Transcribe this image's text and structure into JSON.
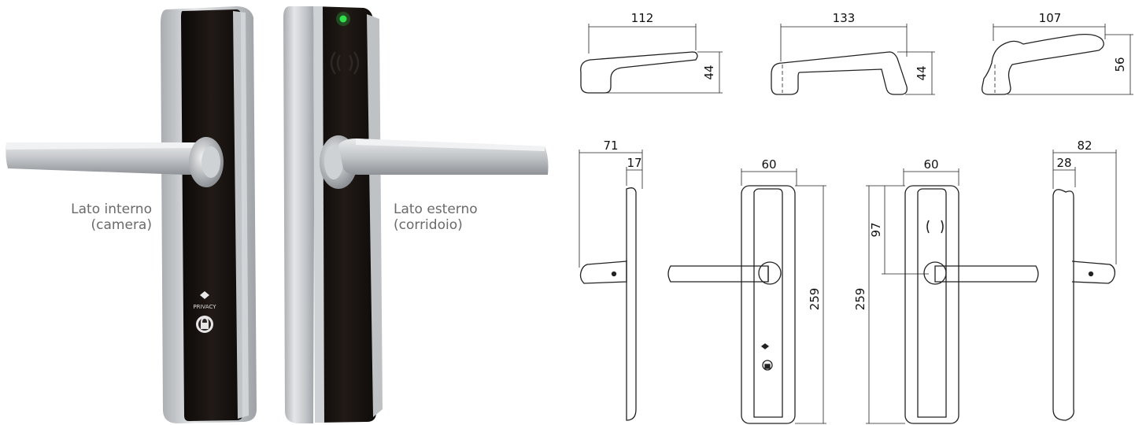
{
  "labels": {
    "inside_side": [
      "Lato interno",
      "(camera)"
    ],
    "outside_side": [
      "Lato esterno",
      "(corridoio)"
    ],
    "privacy": "PRIVACY"
  },
  "dimensions": {
    "handle_top_1": {
      "width": "112",
      "height": "44"
    },
    "handle_top_2": {
      "width": "133",
      "height": "44"
    },
    "handle_top_3": {
      "width": "107",
      "height": "56"
    },
    "side_view_left": {
      "depth": "71",
      "plate": "17"
    },
    "front_inner": {
      "width": "60",
      "height": "259"
    },
    "front_outer": {
      "width": "60",
      "height": "259",
      "reader_offset": "97"
    },
    "side_view_right": {
      "depth": "82",
      "plate": "28"
    }
  },
  "colors": {
    "status_led": "#2fe04a",
    "body_dark": "#17120f",
    "metal": "#c9cbcd",
    "drawing_line": "#222222",
    "label_text": "#6a6a6a"
  },
  "icons": [
    "rfid-reader-icon",
    "privacy-lock-icon",
    "privacy-diamond-icon",
    "status-led-icon"
  ]
}
